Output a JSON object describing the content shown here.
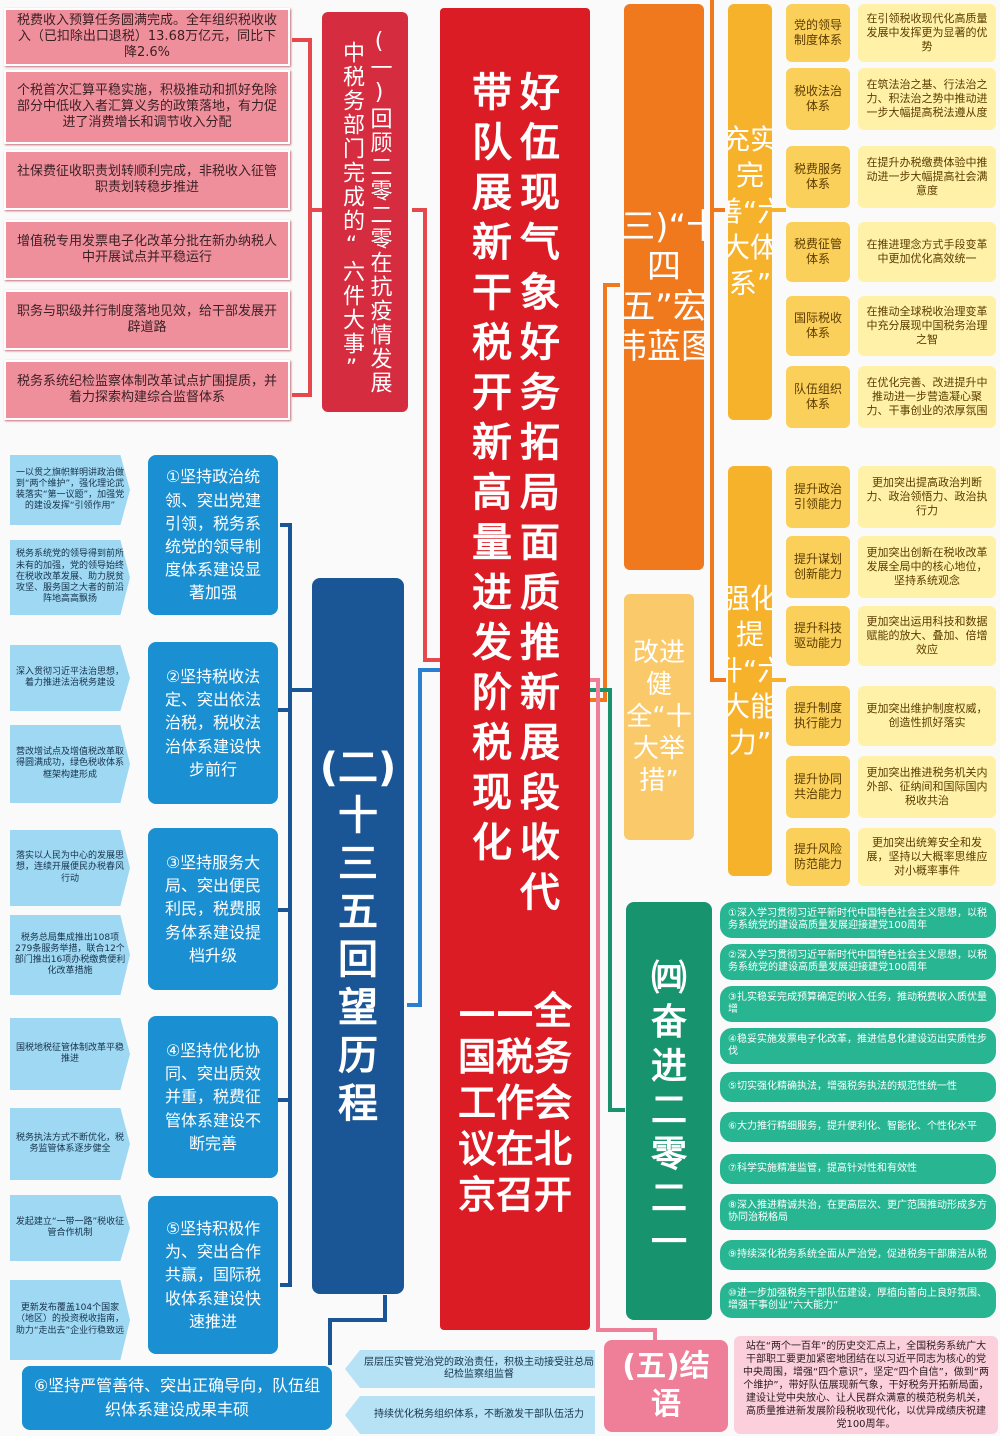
{
  "center": {
    "lines": [
      "好现气象",
      "带队伍展新",
      "好税务开拓局面",
      "干新",
      "高质量推进新发展阶段税收现代化",
      "",
      "——全国税务工作会议在北京召开"
    ],
    "col_right": "好伍现气象好务拓局面质推新展段收代",
    "col_left": "带队展新干税开新高量进发阶税现化",
    "bottom": "——全国税务工作会议在北京召开"
  },
  "part1": {
    "title": "(一)回顾二零二零在抗疫情发展中税务部门完成的“六件大事”",
    "items": [
      "税费收入预算任务圆满完成。全年组织税收收入（已扣除出口退税）13.68万亿元，同比下降2.6%",
      "个税首次汇算平稳实施，积极推动和抓好免除部分中低收入者汇算义务的政策落地，有力促进了消费增长和调节收入分配",
      "社保费征收职责划转顺利完成，非税收入征管职责划转稳步推进",
      "增值税专用发票电子化改革分批在新办纳税人中开展试点并平稳运行",
      "职务与职级并行制度落地见效，给干部发展开辟道路",
      "税务系统纪检监察体制改革试点扩围提质，并着力探索构建综合监督体系"
    ]
  },
  "part2": {
    "title": "(二)十三五回望历程",
    "items": [
      "①坚持政治统领、突出党建引领，税务系统党的领导制度体系建设显著加强",
      "②坚持税收法定、突出依法治税，税收法治体系建设快步前行",
      "③坚持服务大局、突出便民利民，税费服务体系建设提档升级",
      "④坚持优化协同、突出质效并重，税费征管体系建设不断完善",
      "⑤坚持积极作为、突出合作共赢，国际税收体系建设快速推进",
      "⑥坚持严管善待、突出正确导向，队伍组织体系建设成果丰硕"
    ],
    "details": [
      "一以贯之旗帜鲜明讲政治做到“两个维护”，强化理论武装落实“第一议题”，加强党的建设发挥“引领作用”",
      "税务系统党的领导得到前所未有的加强，党的领导始终在税收改革发展、助力脱贫攻坚、服务国之大者的前沿阵地高高飘扬",
      "深入贯彻习近平法治思想，着力推进法治税务建设",
      "营改增试点及增值税改革取得圆满成功，绿色税收体系框架构建形成",
      "落实以人民为中心的发展思想，连续开展便民办税春风行动",
      "税务总局集成推出108项279条服务举措，联合12个部门推出16项办税缴费便利化改革措施",
      "国税地税征管体制改革平稳推进",
      "税务执法方式不断优化，税务监管体系逐步健全",
      "发起建立“一带一路”税收征管合作机制",
      "更新发布覆盖104个国家（地区）的投资税收指南，助力“走出去”企业行稳致远"
    ],
    "bottom_notes": [
      "层层压实管党治党的政治责任，积极主动接受驻总局纪检监察组监督",
      "持续优化税务组织体系，不断激发干部队伍活力"
    ]
  },
  "part3": {
    "title": "(三)“十四五”宏伟蓝图",
    "six_systems_label": "充实完善“六大体系”",
    "systems": [
      {
        "name": "党的领导制度体系",
        "desc": "在引领税收现代化高质量发展中发挥更为显著的优势"
      },
      {
        "name": "税收法治体系",
        "desc": "在筑法治之基、行法治之力、积法治之势中推动进一步大幅提高税法遵从度"
      },
      {
        "name": "税费服务体系",
        "desc": "在提升办税缴费体验中推动进一步大幅提高社会满意度"
      },
      {
        "name": "税费征管体系",
        "desc": "在推进理念方式手段变革中更加优化高效统一"
      },
      {
        "name": "国际税收体系",
        "desc": "在推动全球税收治理变革中充分展现中国税务治理之智"
      },
      {
        "name": "队伍组织体系",
        "desc": "在优化完善、改进提升中推动进一步营造凝心聚力、干事创业的浓厚氛围"
      }
    ],
    "six_abilities_label": "强化提升“六大能力”",
    "abilities": [
      {
        "name": "提升政治引领能力",
        "desc": "更加突出提高政治判断力、政治领悟力、政治执行力"
      },
      {
        "name": "提升谋划创新能力",
        "desc": "更加突出创新在税收改革发展全局中的核心地位，坚持系统观念"
      },
      {
        "name": "提升科技驱动能力",
        "desc": "更加突出运用科技和数据赋能的放大、叠加、倍增效应"
      },
      {
        "name": "提升制度执行能力",
        "desc": "更加突出维护制度权威，创造性抓好落实"
      },
      {
        "name": "提升协同共治能力",
        "desc": "更加突出推进税务机关内外部、征纳间和国际国内税收共治"
      },
      {
        "name": "提升风险防范能力",
        "desc": "更加突出统筹安全和发展，坚持以大概率思维应对小概率事件"
      }
    ],
    "ten_measures": "改进健全“十大举措”"
  },
  "part4": {
    "title": "㈣奋进二零二一",
    "items": [
      "①深入学习贯彻习近平新时代中国特色社会主义思想，以税务系统党的建设高质量发展迎接建党100周年",
      "②深入学习贯彻习近平新时代中国特色社会主义思想，以税务系统党的建设高质量发展迎接建党100周年",
      "③扎实稳妥完成预算确定的收入任务，推动税费收入质优量增",
      "④稳妥实施发票电子化改革，推进信息化建设迈出实质性步伐",
      "⑤切实强化精确执法，增强税务执法的规范性统一性",
      "⑥大力推行精细服务，提升便利化、智能化、个性化水平",
      "⑦科学实施精准监管，提高针对性和有效性",
      "⑧深入推进精诚共治，在更高层次、更广范围推动形成多方协同治税格局",
      "⑨持续深化税务系统全面从严治党，促进税务干部廉洁从税",
      "⑩进一步加强税务干部队伍建设，厚植向善向上良好氛围、增强干事创业“六大能力”"
    ]
  },
  "part5": {
    "title": "(五)结语",
    "text": "站在“两个一百年”的历史交汇点上，全国税务系统广大干部职工要更加紧密地团结在以习近平同志为核心的党中央周围，增强“四个意识”，坚定“四个自信”，做到“两个维护”，带好队伍展现新气象，干好税务开拓新局面，建设让党中央放心、让人民群众满意的模范税务机关，高质量推进新发展阶段税收现代化，以优异成绩庆祝建党100周年。"
  }
}
